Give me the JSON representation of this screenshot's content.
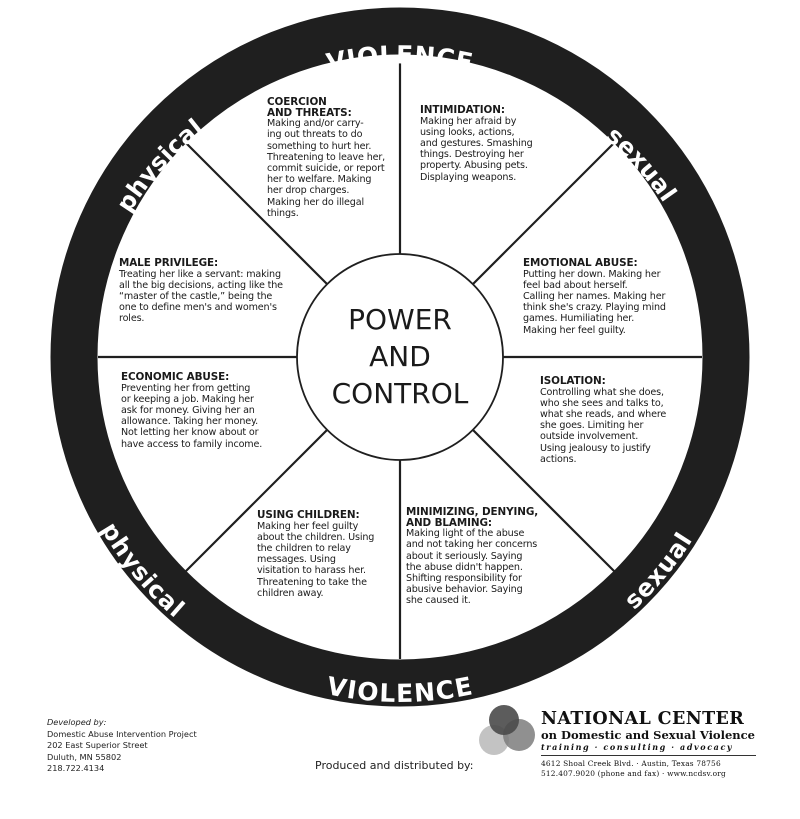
{
  "wheel": {
    "hub": {
      "lines": [
        "POWER",
        "AND",
        "CONTROL"
      ]
    },
    "ring": {
      "top_label": "VIOLENCE",
      "bottom_label": "VIOLENCE",
      "top_left_label": "physical",
      "top_right_label": "sexual",
      "bottom_left_label": "physical",
      "bottom_right_label": "sexual",
      "ring_color": "#1f1f1f",
      "ring_text_color": "#ffffff"
    },
    "segments": [
      {
        "id": "coercion",
        "heading": "COERCION\nAND THREATS:",
        "body": "Making and/or carry-\ning out threats to do\nsomething to hurt her.\nThreatening to leave her,\ncommit suicide, or report\nher to welfare.  Making\nher drop charges.\nMaking her do illegal\nthings."
      },
      {
        "id": "intimidation",
        "heading": "INTIMIDATION:",
        "body": "Making her afraid by\nusing looks, actions,\nand gestures.  Smashing\nthings.  Destroying her\nproperty.  Abusing pets.\nDisplaying weapons."
      },
      {
        "id": "emotional-abuse",
        "heading": "EMOTIONAL ABUSE:",
        "body": "Putting her down.  Making her\nfeel bad about herself.\nCalling her names.  Making her\nthink she's crazy.  Playing mind\ngames.  Humiliating her.\nMaking her feel guilty."
      },
      {
        "id": "isolation",
        "heading": "ISOLATION:",
        "body": "Controlling what she does,\nwho she sees and talks to,\nwhat she reads, and where\nshe goes.  Limiting her\noutside involvement.\nUsing jealousy to justify\nactions."
      },
      {
        "id": "minimizing",
        "heading": "MINIMIZING, DENYING,\nAND BLAMING:",
        "body": "Making light of the abuse\nand not taking her concerns\nabout it seriously.  Saying\nthe abuse didn't happen.\nShifting responsibility for\nabusive behavior.  Saying\nshe caused it."
      },
      {
        "id": "using-children",
        "heading": "USING CHILDREN:",
        "body": "Making her feel guilty\nabout the children.  Using\nthe children to relay\nmessages.  Using\nvisitation to harass her.\nThreatening to take the\nchildren away."
      },
      {
        "id": "economic-abuse",
        "heading": "ECONOMIC ABUSE:",
        "body": "Preventing her from getting\nor keeping a job.  Making her\nask for money.  Giving her an\nallowance.  Taking her money.\nNot letting her know about or\nhave access to family income."
      },
      {
        "id": "male-privilege",
        "heading": "MALE PRIVILEGE:",
        "body": "Treating her like a servant: making\nall the big decisions, acting like the\n“master of the castle,” being the\none to define men's and women's\nroles."
      }
    ]
  },
  "footer": {
    "developed_by": {
      "label": "Developed by:",
      "org": "Domestic Abuse Intervention Project",
      "street": "202 East Superior Street",
      "city": "Duluth, MN 55802",
      "phone": "218.722.4134"
    },
    "produced_label": "Produced and distributed by:",
    "ncdsv": {
      "title": "NATIONAL CENTER",
      "subtitle": "on Domestic and Sexual Violence",
      "tagline": "training  ·  consulting  ·  advocacy",
      "address": "4612 Shoal Creek Blvd.  ·  Austin, Texas 78756",
      "contact": "512.407.9020 (phone and fax)  ·  www.ncdsv.org",
      "logo_colors": [
        "#4a4a4a",
        "#b9b9b9",
        "#7d7d7d"
      ]
    }
  }
}
